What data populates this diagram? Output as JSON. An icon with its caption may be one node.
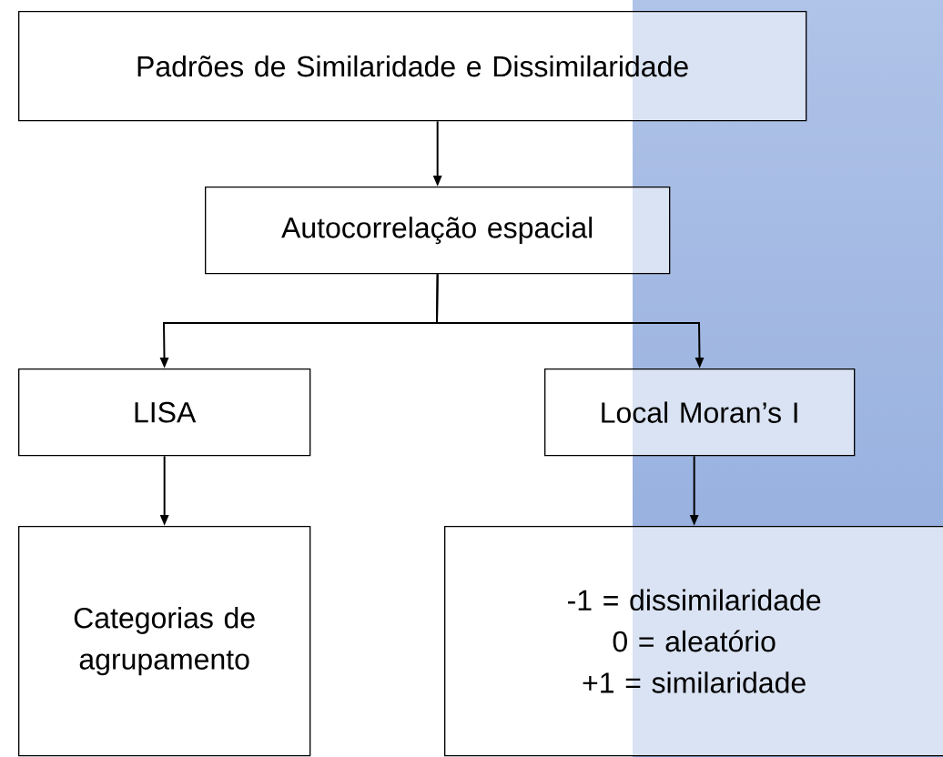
{
  "diagram": {
    "nodes": [
      {
        "text": [
          "Padrões de Similaridade e Dissimilaridade"
        ]
      },
      {
        "text": [
          "Autocorrelação espacial"
        ]
      },
      {
        "text": [
          "LISA"
        ]
      },
      {
        "text": [
          "Local Moran’s I"
        ]
      },
      {
        "text": [
          "Categorias de agrupamento"
        ]
      },
      {
        "text": [
          "-1 = dissimilaridade",
          "0 = aleatório",
          "+1 = similaridade"
        ]
      }
    ],
    "edges": [
      {
        "from": 0,
        "to": 1,
        "arrow": "to"
      },
      {
        "from": 1,
        "to": 2,
        "arrow": "to"
      },
      {
        "from": 1,
        "to": 3,
        "arrow": "to"
      },
      {
        "from": 2,
        "to": 4,
        "arrow": "to"
      },
      {
        "from": 3,
        "to": 5,
        "arrow": "to"
      }
    ]
  }
}
